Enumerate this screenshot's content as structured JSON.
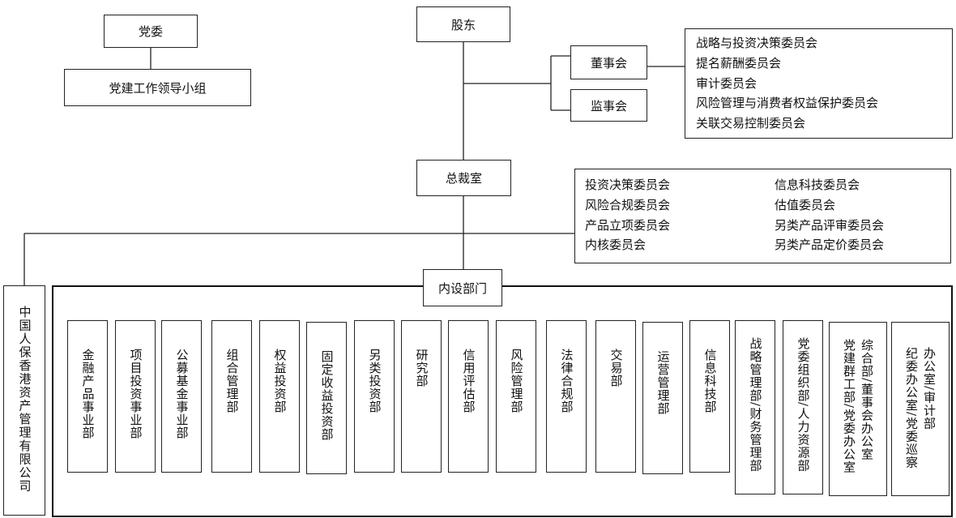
{
  "nodes": {
    "party_committee": "党委",
    "party_building_group": "党建工作领导小组",
    "shareholders": "股东",
    "board_of_directors": "董事会",
    "board_of_supervisors": "监事会",
    "president_office": "总裁室",
    "internal_departments": "内设部门",
    "company": "中国人保香港资产管理有限公司"
  },
  "board_committees": [
    "战略与投资决策委员会",
    "提名薪酬委员会",
    "审计委员会",
    "风险管理与消费者权益保护委员会",
    "关联交易控制委员会"
  ],
  "management_committees": {
    "left": [
      "投资决策委员会",
      "风险合规委员会",
      "产品立项委员会",
      "内核委员会"
    ],
    "right": [
      "信息科技委员会",
      "估值委员会",
      "另类产品评审委员会",
      "另类产品定价委员会"
    ]
  },
  "departments": [
    "金融产品事业部",
    "项目投资事业部",
    "公募基金事业部",
    "组合管理部",
    "权益投资部",
    "固定收益投资部",
    "另类投资部",
    "研究部",
    "信用评估部",
    "风险管理部",
    "法律合规部",
    "交易部",
    "运营管理部",
    "信息科技部",
    "战略管理部/财务管理部",
    "党委组织部/人力资源部",
    "综合部/董事会办公室\n党建群工部/党委办公室",
    "办公室/审计部\n纪委办公室/党委巡察"
  ]
}
